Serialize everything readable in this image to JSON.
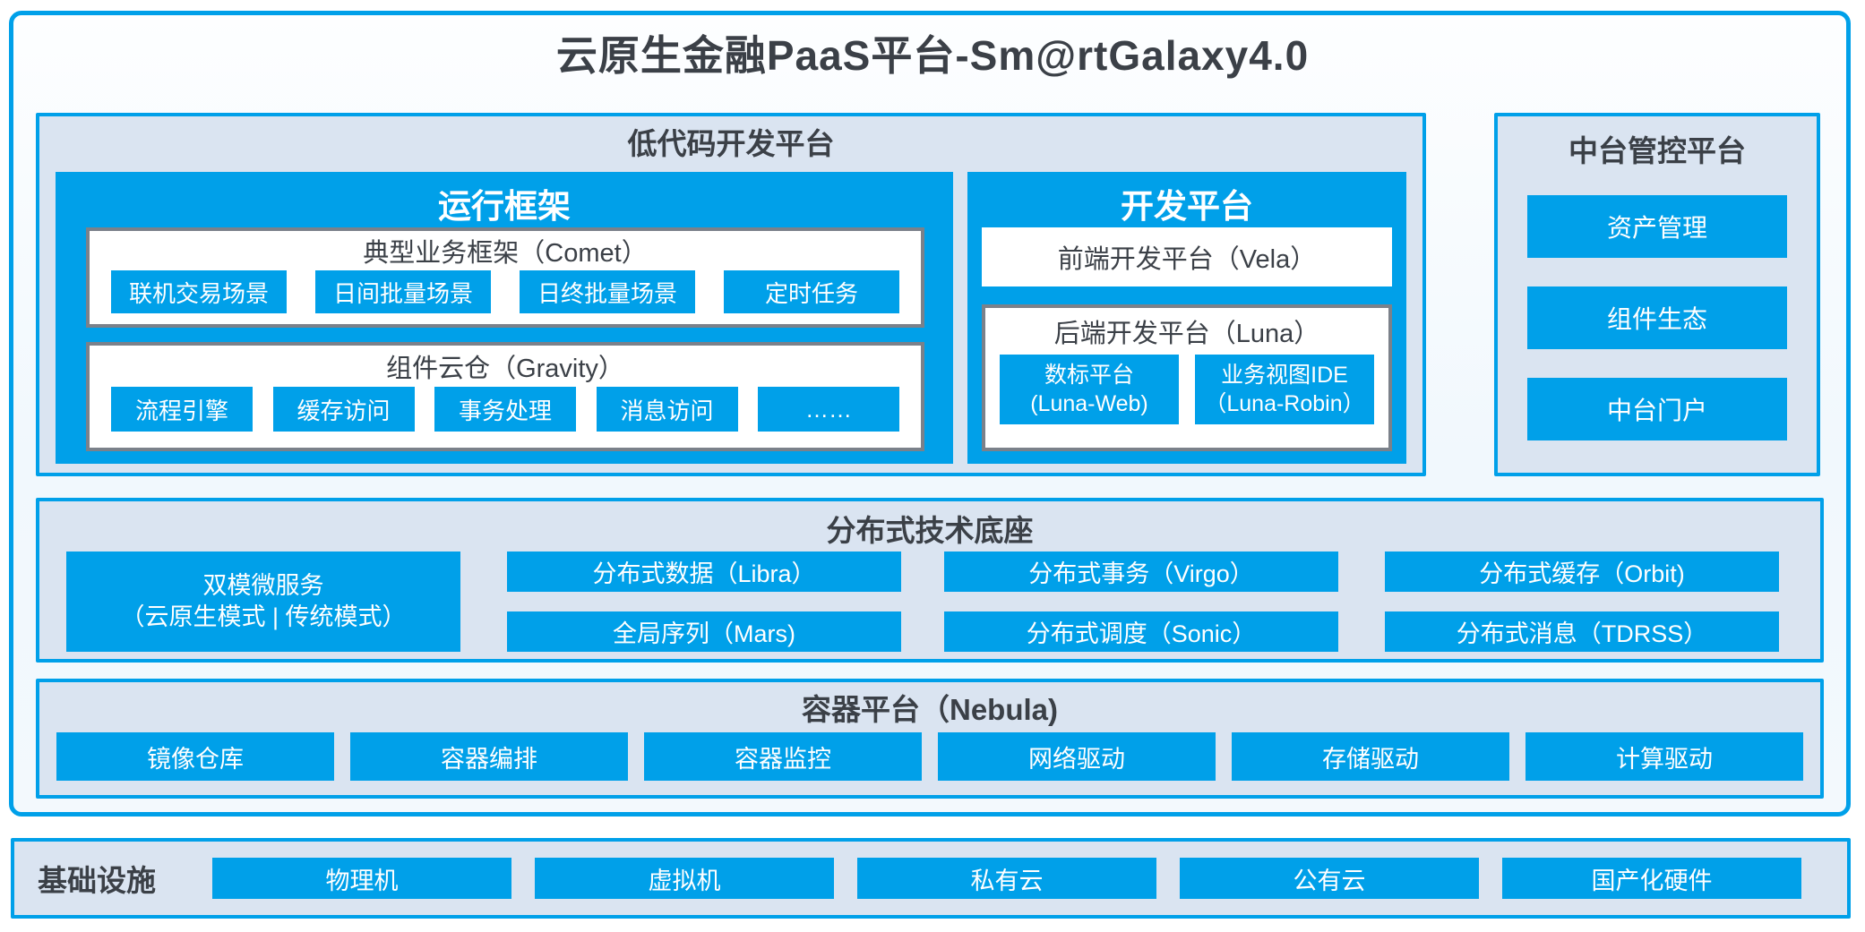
{
  "title": "云原生金融PaaS平台-Sm@rtGalaxy4.0",
  "colors": {
    "accent_cyan": "#00a0e9",
    "panel_background": "#dae4f1",
    "dark_text": "#3b4047",
    "gray_border": "#7b818a",
    "button_text": "#ffffff"
  },
  "lowcode": {
    "title": "低代码开发平台",
    "runtime": {
      "title": "运行框架",
      "comet": {
        "title": "典型业务框架（Comet）",
        "items": [
          "联机交易场景",
          "日间批量场景",
          "日终批量场景",
          "定时任务"
        ]
      },
      "gravity": {
        "title": "组件云仓（Gravity）",
        "items": [
          "流程引擎",
          "缓存访问",
          "事务处理",
          "消息访问",
          "……"
        ]
      }
    },
    "dev": {
      "title": "开发平台",
      "vela": "前端开发平台（Vela）",
      "luna": {
        "title": "后端开发平台（Luna）",
        "items": [
          {
            "line1": "数标平台",
            "line2": "(Luna-Web)"
          },
          {
            "line1": "业务视图IDE",
            "line2": "（Luna-Robin）"
          }
        ]
      }
    }
  },
  "midplatform": {
    "title": "中台管控平台",
    "items": [
      "资产管理",
      "组件生态",
      "中台门户"
    ]
  },
  "distributed": {
    "title": "分布式技术底座",
    "dual": {
      "line1": "双模微服务",
      "line2": "（云原生模式 | 传统模式）"
    },
    "cells": {
      "libra": "分布式数据（Libra）",
      "mars": "全局序列（Mars)",
      "virgo": "分布式事务（Virgo）",
      "sonic": "分布式调度（Sonic）",
      "orbit": "分布式缓存（Orbit)",
      "tdrss": "分布式消息（TDRSS）"
    }
  },
  "container_platform": {
    "title": "容器平台（Nebula)",
    "items": [
      "镜像仓库",
      "容器编排",
      "容器监控",
      "网络驱动",
      "存储驱动",
      "计算驱动"
    ]
  },
  "infra": {
    "title": "基础设施",
    "items": [
      "物理机",
      "虚拟机",
      "私有云",
      "公有云",
      "国产化硬件"
    ]
  }
}
